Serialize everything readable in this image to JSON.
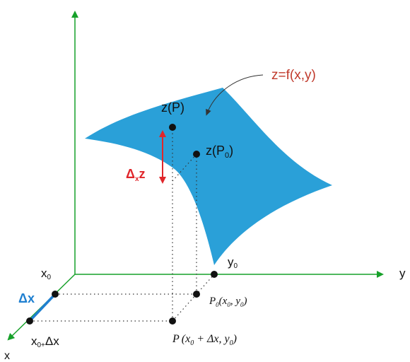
{
  "labels": {
    "surface_equation": "z=f(x,y)",
    "z_p": "z(P)",
    "z_p0": "z(P",
    "z_p0_sub": "0",
    "z_p0_close": ")",
    "delta_x_z": "Δ",
    "delta_x_z_sub": "x",
    "delta_x_z_tail": "z",
    "y0": "y",
    "y0_sub": "0",
    "x0": "x",
    "x0_sub": "0",
    "delta_x": "Δx",
    "x0_plus_dx": "x",
    "x0_plus_dx_sub": "0+",
    "x0_plus_dx_tail": "Δx",
    "axis_x": "x",
    "axis_y": "y",
    "p0_point": "P",
    "p0_point_sub": "0",
    "p0_point_args": "(x",
    "p0_point_args_sub": "0",
    "p0_point_args_mid": ", y",
    "p0_point_args_sub2": "0",
    "p0_point_args_close": ")",
    "p_point": "P",
    "p_point_args": "(x",
    "p_point_args_sub": "0",
    "p_point_args_mid": " + Δx, y",
    "p_point_args_sub2": "0",
    "p_point_args_close": ")"
  },
  "colors": {
    "axis": "#17a12a",
    "surface": "#2aa0d8",
    "delta_z": "#e0262b",
    "delta_x_segment": "#1f7fd0",
    "equation": "#c0392b",
    "text": "#111111",
    "dots": "#111111"
  }
}
